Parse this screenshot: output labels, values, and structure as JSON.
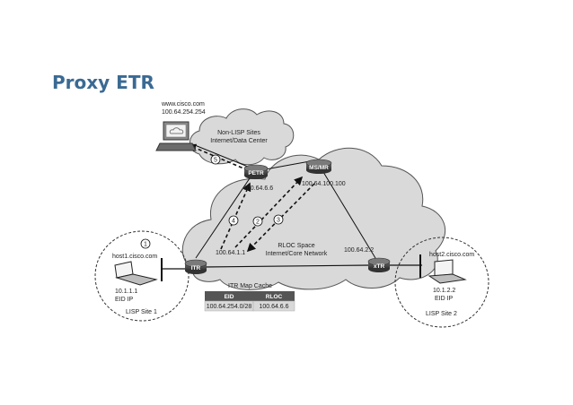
{
  "title": "Proxy ETR",
  "www": {
    "name": "www.cisco.com",
    "ip": "100.64.254.254"
  },
  "nonlisp": {
    "line1": "Non-LISP Sites",
    "line2": "Internet/Data Center"
  },
  "petr": {
    "label": "PETR",
    "ip": "100.64.6.6"
  },
  "msmr": {
    "label": "MS/MR",
    "ip": "100.64.100.100"
  },
  "itr": {
    "label": "ITR",
    "ip": "100.64.1.1"
  },
  "xtr": {
    "label": "xTR",
    "ip": "100.64.2.2"
  },
  "rloc": {
    "line1": "RLOC Space",
    "line2": "Internet/Core Network"
  },
  "host1": {
    "name": "host1.cisco.com",
    "ip": "10.1.1.1",
    "eid": "EID IP"
  },
  "host2": {
    "name": "host2.cisco.com",
    "ip": "10.1.2.2",
    "eid": "EID IP"
  },
  "site1": "LISP Site 1",
  "site2": "LISP Site 2",
  "cache": {
    "title": "ITR Map Cache",
    "col_eid": "EID",
    "col_rloc": "RLOC",
    "eid": "100.64.254.0/28",
    "rloc": "100.64.6.6"
  },
  "steps": [
    "1",
    "2",
    "3",
    "4",
    "5"
  ]
}
